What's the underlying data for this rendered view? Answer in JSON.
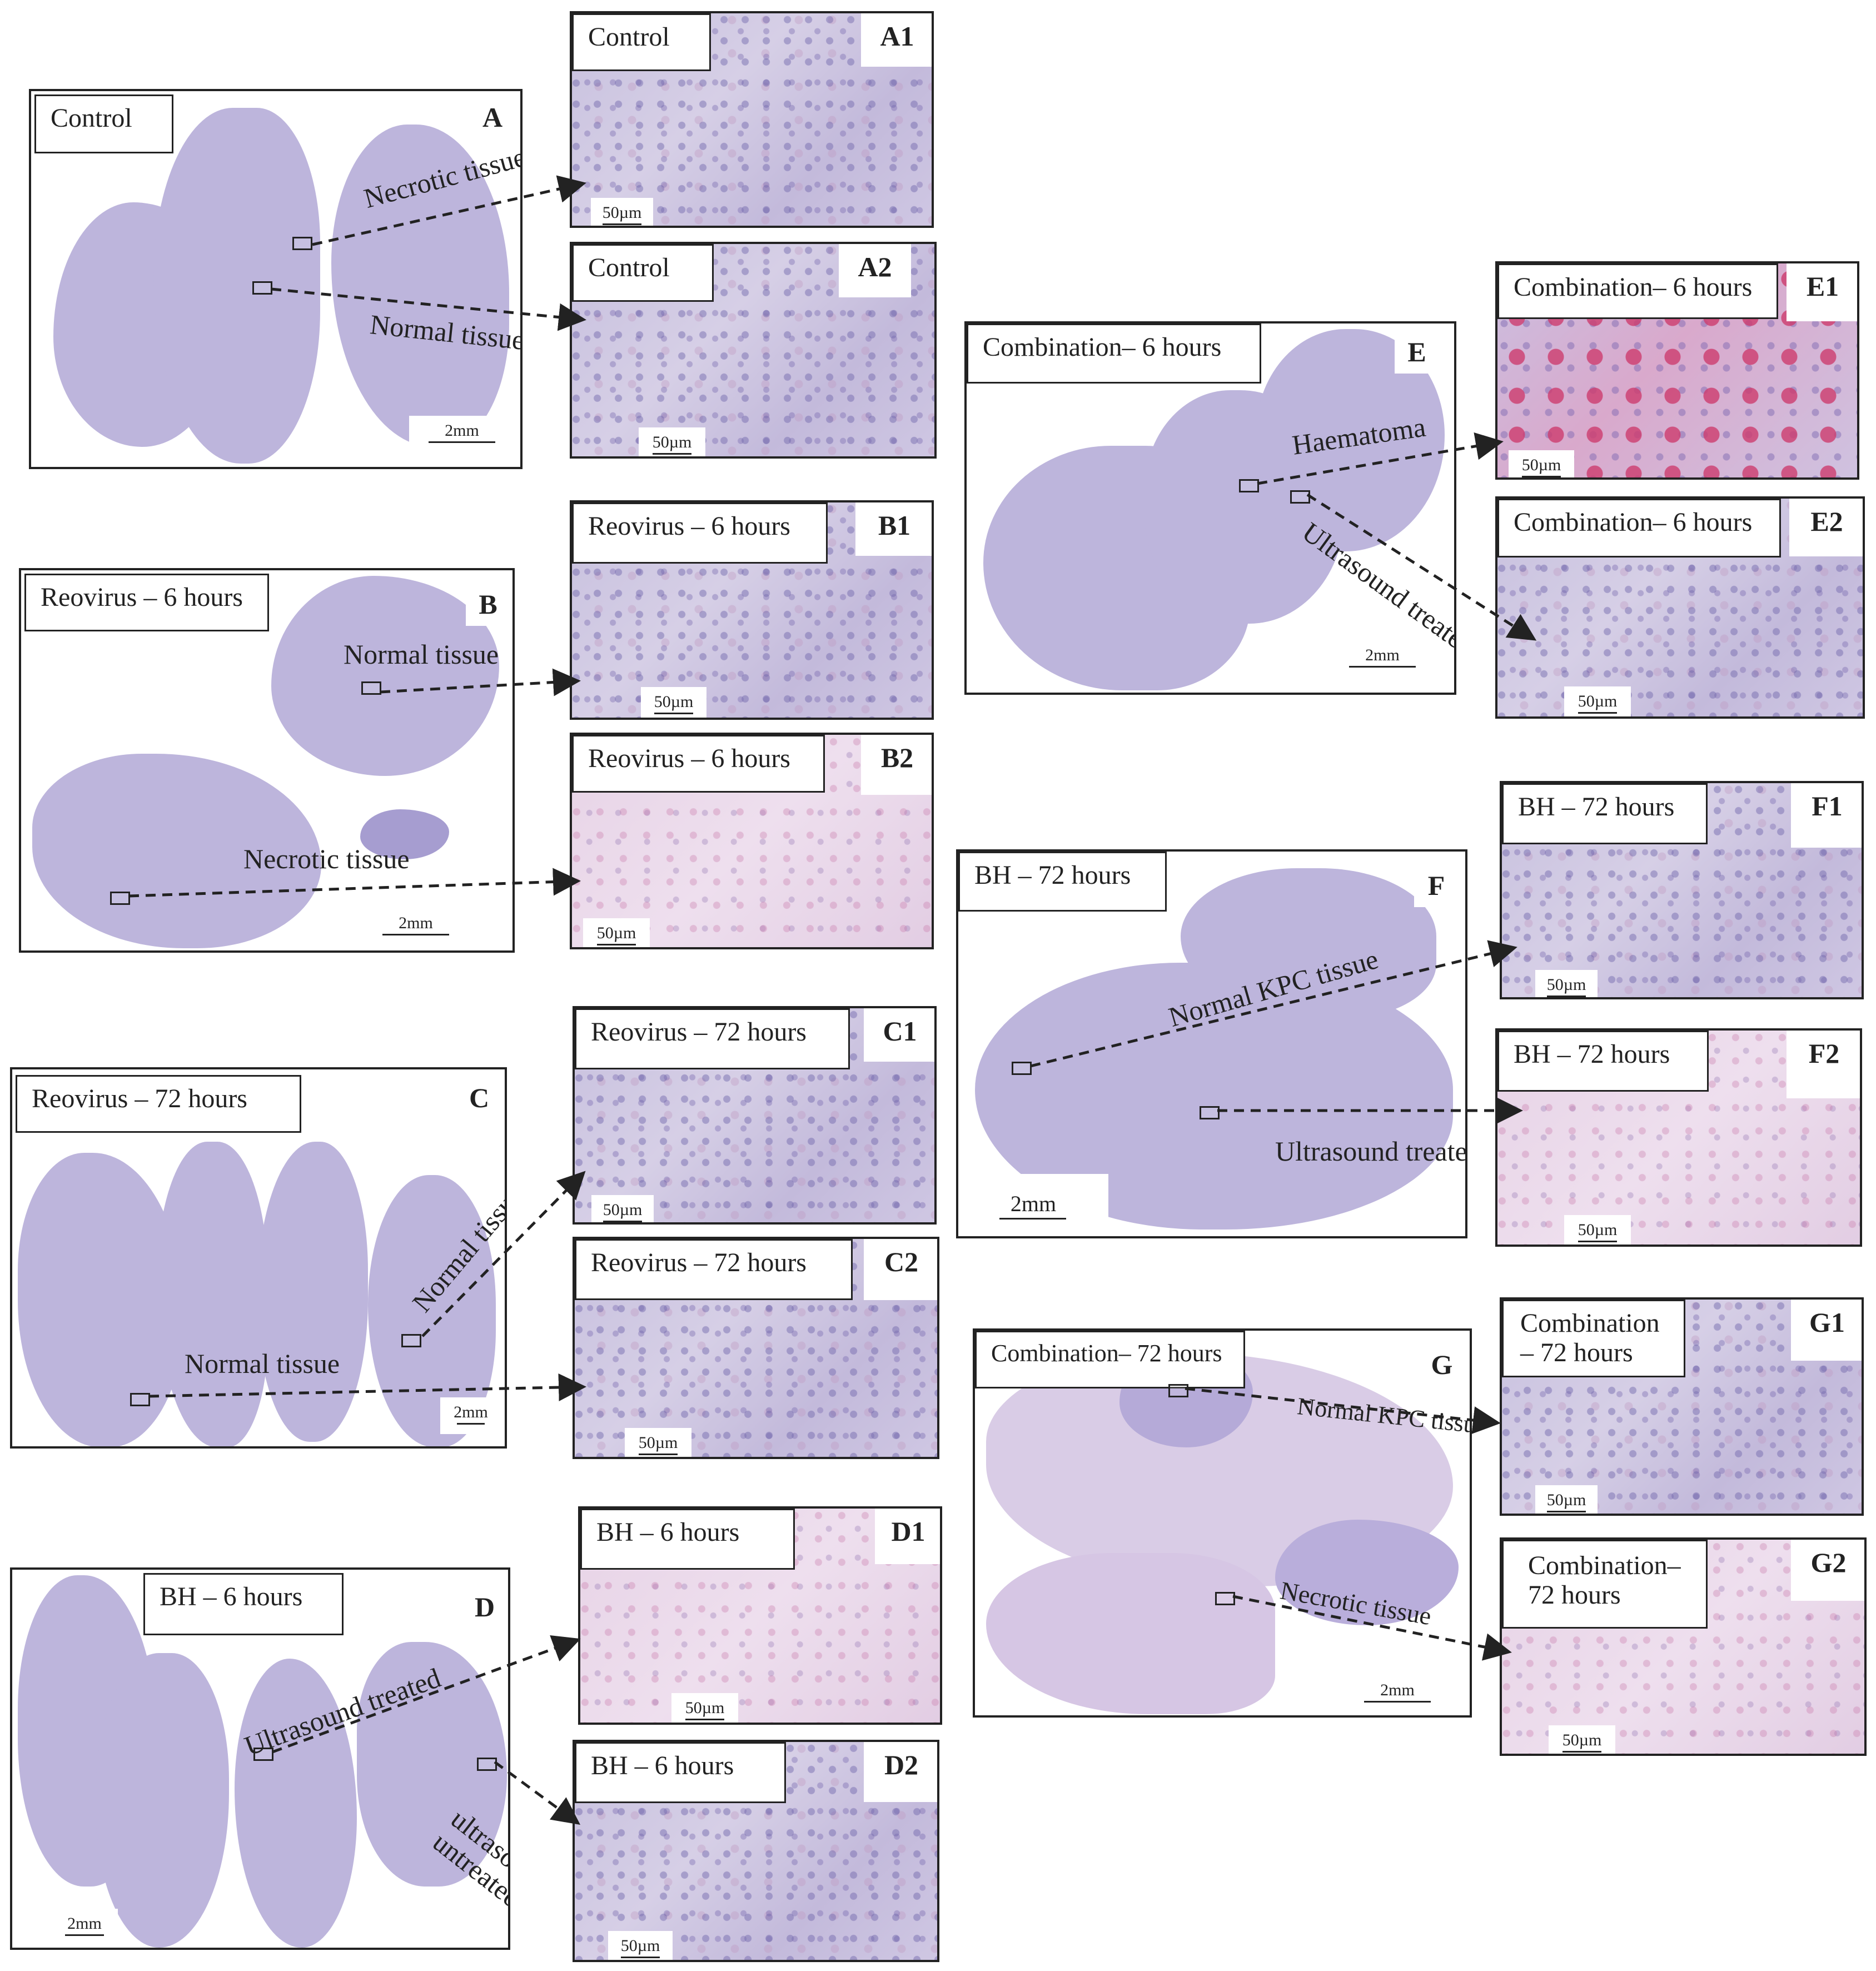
{
  "panels": {
    "A": {
      "letter": "A",
      "label": "Control",
      "scale": "2mm",
      "annotations": [
        "Necrotic tissue",
        "Normal tissue"
      ]
    },
    "A1": {
      "letter": "A1",
      "label": "Control",
      "scale": "50µm"
    },
    "A2": {
      "letter": "A2",
      "label": "Control",
      "scale": "50µm"
    },
    "B": {
      "letter": "B",
      "label": "Reovirus – 6 hours",
      "scale": "2mm",
      "annotations": [
        "Normal tissue",
        "Necrotic tissue"
      ]
    },
    "B1": {
      "letter": "B1",
      "label": "Reovirus – 6 hours",
      "scale": "50µm"
    },
    "B2": {
      "letter": "B2",
      "label": "Reovirus – 6 hours",
      "scale": "50µm"
    },
    "C": {
      "letter": "C",
      "label": "Reovirus – 72 hours",
      "scale": "2mm",
      "annotations": [
        "Normal tissue",
        "Normal tissue"
      ]
    },
    "C1": {
      "letter": "C1",
      "label": "Reovirus – 72 hours",
      "scale": "50µm"
    },
    "C2": {
      "letter": "C2",
      "label": "Reovirus – 72 hours",
      "scale": "50µm"
    },
    "D": {
      "letter": "D",
      "label": "BH – 6 hours",
      "scale": "2mm",
      "annotations": [
        "Ultrasound treated",
        "ultrasound\nuntreated"
      ]
    },
    "D1": {
      "letter": "D1",
      "label": "BH – 6 hours",
      "scale": "50µm"
    },
    "D2": {
      "letter": "D2",
      "label": "BH – 6 hours",
      "scale": "50µm"
    },
    "E": {
      "letter": "E",
      "label": "Combination– 6 hours",
      "scale": "2mm",
      "annotations": [
        "Haematoma",
        "Ultrasound treated"
      ]
    },
    "E1": {
      "letter": "E1",
      "label": "Combination– 6 hours",
      "scale": "50µm"
    },
    "E2": {
      "letter": "E2",
      "label": "Combination– 6 hours",
      "scale": "50µm"
    },
    "F": {
      "letter": "F",
      "label": "BH – 72 hours",
      "scale": "2mm",
      "annotations": [
        "Normal KPC tissue",
        "Ultrasound treated"
      ]
    },
    "F1": {
      "letter": "F1",
      "label": "BH – 72 hours",
      "scale": "50µm"
    },
    "F2": {
      "letter": "F2",
      "label": "BH – 72 hours",
      "scale": "50µm"
    },
    "G": {
      "letter": "G",
      "label": "Combination– 72 hours",
      "scale": "2mm",
      "annotations": [
        "Normal KPC tissue",
        "Necrotic tissue"
      ]
    },
    "G1": {
      "letter": "G1",
      "label": "Combination\n– 72 hours",
      "scale": "50µm"
    },
    "G2": {
      "letter": "G2",
      "label": "Combination–\n72 hours",
      "scale": "50µm"
    }
  }
}
